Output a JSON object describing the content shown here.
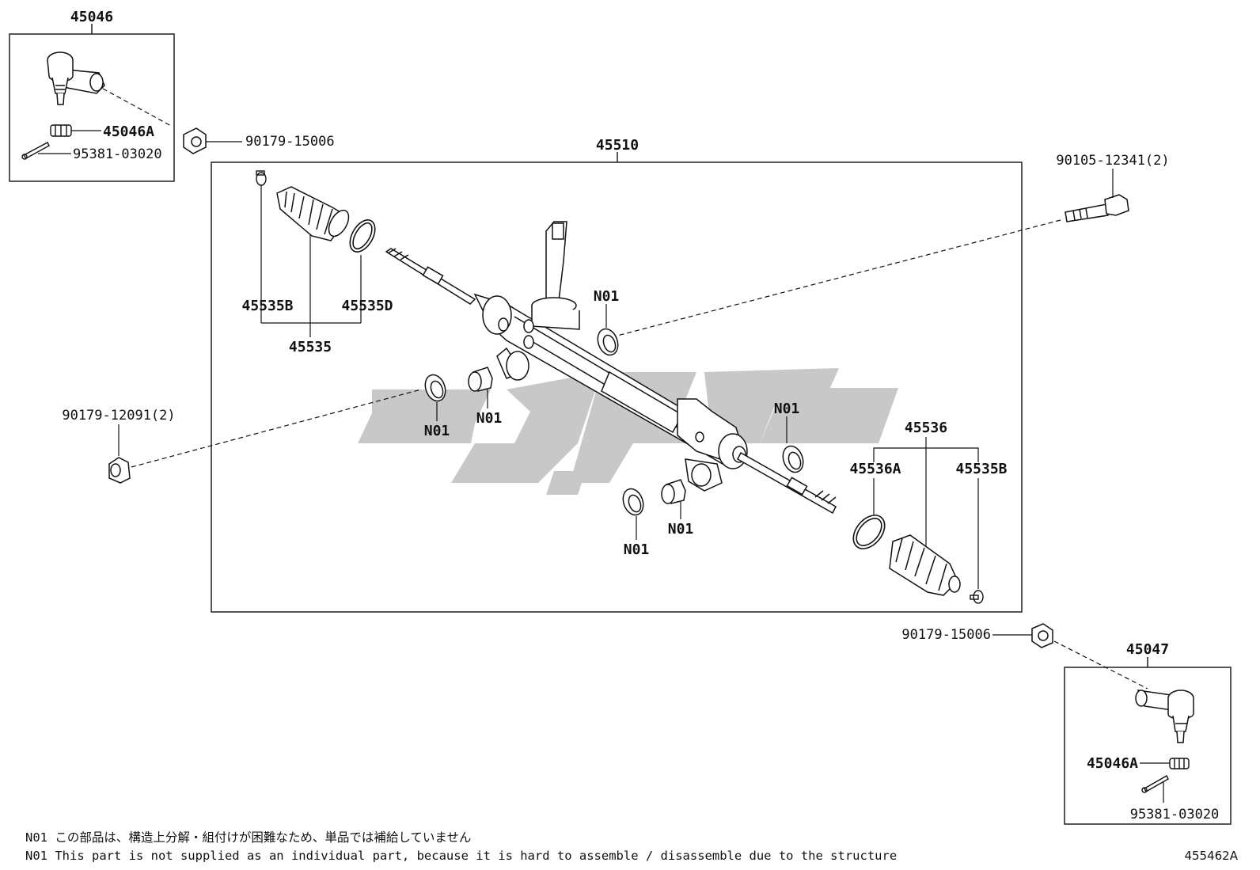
{
  "labels": {
    "tie_end_left": "45046",
    "tie_end_right": "45047",
    "nut_left_box": "45046A",
    "nut_right_box": "45046A",
    "pin_left": "95381-03020",
    "pin_right": "95381-03020",
    "nut_top": "90179-15006",
    "nut_bottom": "90179-15006",
    "rack_assy": "45510",
    "bolt": "90105-12341(2)",
    "nut_mount_left": "90179-12091(2)",
    "boot_set_left": "45535",
    "clamp_left_small": "45535B",
    "clamp_left_big": "45535D",
    "boot_set_right": "45536",
    "clamp_right_big": "45536A",
    "clamp_right_small": "45535B",
    "n01_a": "N01",
    "n01_b": "N01",
    "n01_c": "N01",
    "n01_d": "N01",
    "n01_e": "N01",
    "n01_f": "N01"
  },
  "notes": {
    "jp": "N01 この部品は、構造上分解・組付けが困難なため、単品では補給していません",
    "en": "N01 This part is not supplied as an individual part, because it is hard to assemble / disassemble due to the structure"
  },
  "figure_code": "455462A",
  "colors": {
    "ink": "#111111",
    "watermark": "#c8c8c8"
  }
}
